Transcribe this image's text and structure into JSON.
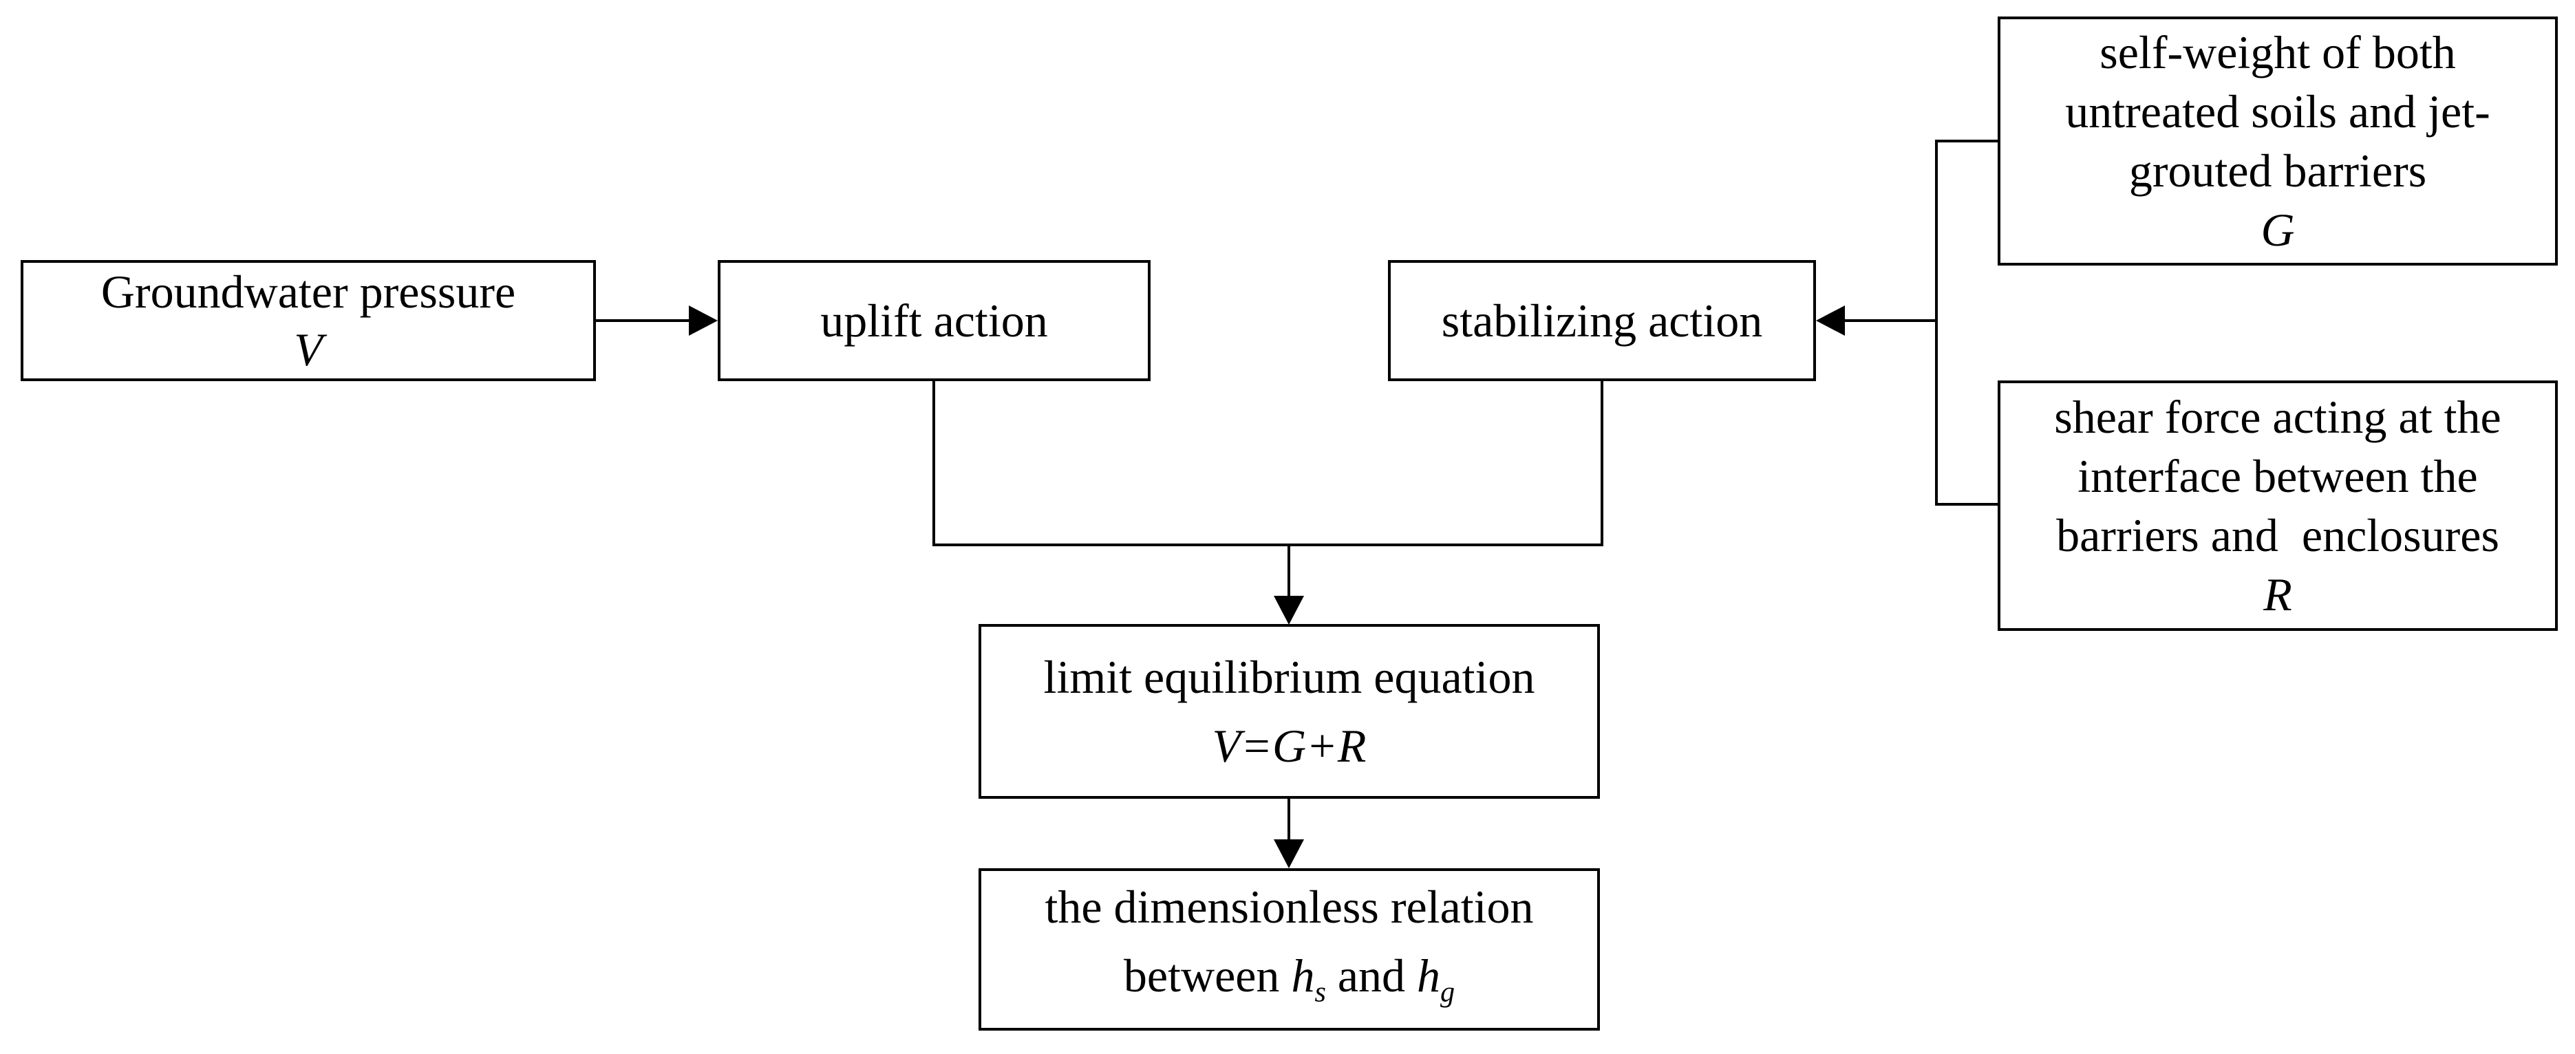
{
  "diagram": {
    "title": "limit equilibrium flowchart",
    "colors": {
      "line": "#000000",
      "background": "#ffffff",
      "text": "#000000"
    },
    "boxes": {
      "groundwater": {
        "line1": "Groundwater pressure",
        "symbol": "V"
      },
      "uplift": {
        "label": "uplift action"
      },
      "stabilizing": {
        "label": "stabilizing action"
      },
      "self_weight": {
        "lines": [
          "self-weight of both",
          "untreated soils and jet-",
          "grouted barriers"
        ],
        "symbol": "G"
      },
      "shear": {
        "lines": [
          "shear force acting at the",
          "interface between the",
          "barriers and  enclosures"
        ],
        "symbol": "R"
      },
      "limit": {
        "line1": "limit equilibrium equation",
        "equation": "V=G+R"
      },
      "dimensionless": {
        "line1": "the dimensionless relation",
        "line2_prefix": "between ",
        "var1": "h",
        "sub1": "s",
        "line2_mid": " and ",
        "var2": "h",
        "sub2": "g"
      }
    }
  }
}
